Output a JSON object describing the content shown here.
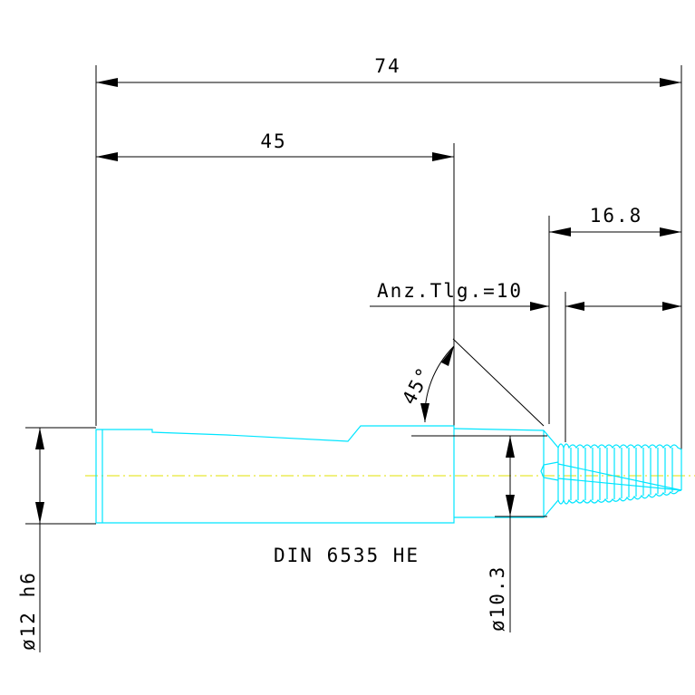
{
  "drawing": {
    "dim_overall": "74",
    "dim_shank": "45",
    "dim_thread": "16.8",
    "teeth_count": "Anz.Tlg.=10",
    "angle": "45°",
    "dia_shank": "ø12 h6",
    "dia_neck": "ø10.3",
    "standard": "DIN 6535 HE"
  },
  "colors": {
    "part_outline": "#00e5ff",
    "center_axis": "#e0e000",
    "dimension": "#000000"
  }
}
